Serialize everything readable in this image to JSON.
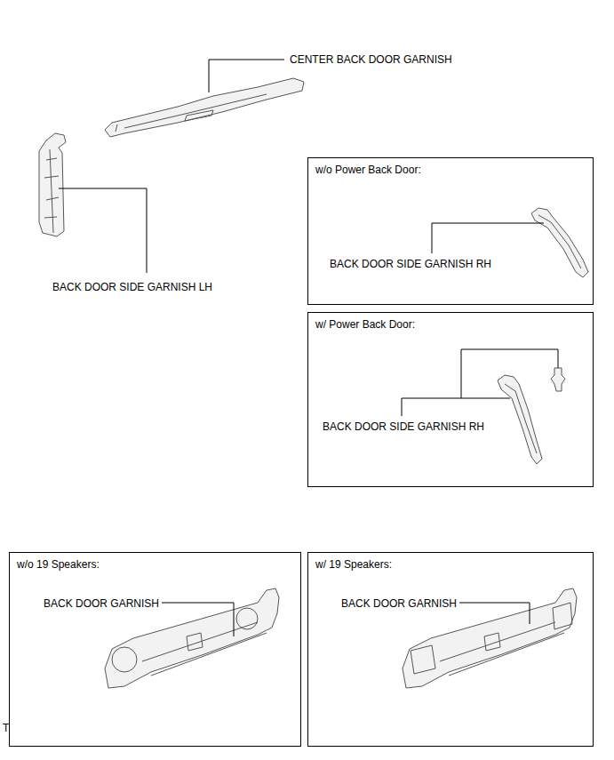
{
  "diagram": {
    "nodes": [
      {
        "text": [
          "w/o Power Back Door:",
          "BACK DOOR SIDE GARNISH RH"
        ]
      },
      {
        "text": [
          "w/ Power Back Door:",
          "BACK DOOR SIDE GARNISH RH"
        ]
      },
      {
        "text": [
          "w/o 19 Speakers:",
          "BACK DOOR GARNISH"
        ]
      },
      {
        "text": [
          "w/ 19 Speakers:",
          "BACK DOOR GARNISH"
        ]
      }
    ],
    "labels": [
      "CENTER BACK DOOR GARNISH",
      "BACK DOOR SIDE GARNISH LH",
      "T"
    ]
  }
}
